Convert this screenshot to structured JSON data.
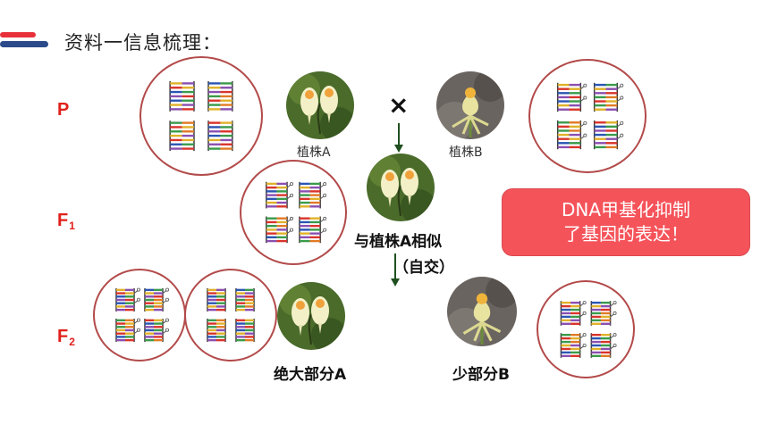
{
  "header": {
    "title": "资料一信息梳理："
  },
  "generations": {
    "p": "P",
    "f1_base": "F",
    "f1_sub": "1",
    "f2_base": "F",
    "f2_sub": "2"
  },
  "cross_symbol": "×",
  "plants": {
    "a_label": "植株A",
    "b_label": "植株B",
    "f1_label": "与植株A相似",
    "selfing_label": "（自交）",
    "f2_majority_label": "绝大部分A",
    "f2_minority_label": "少部分B"
  },
  "callout": {
    "line1": "DNA甲基化抑制",
    "line2": "了基因的表达！"
  },
  "colors": {
    "accent_red": "#e0201b",
    "callout_bg": "#f5535a",
    "circle_border": "#b34a4a",
    "arrow_green": "#1f4f1f",
    "header_blue": "#2b4a8a"
  }
}
